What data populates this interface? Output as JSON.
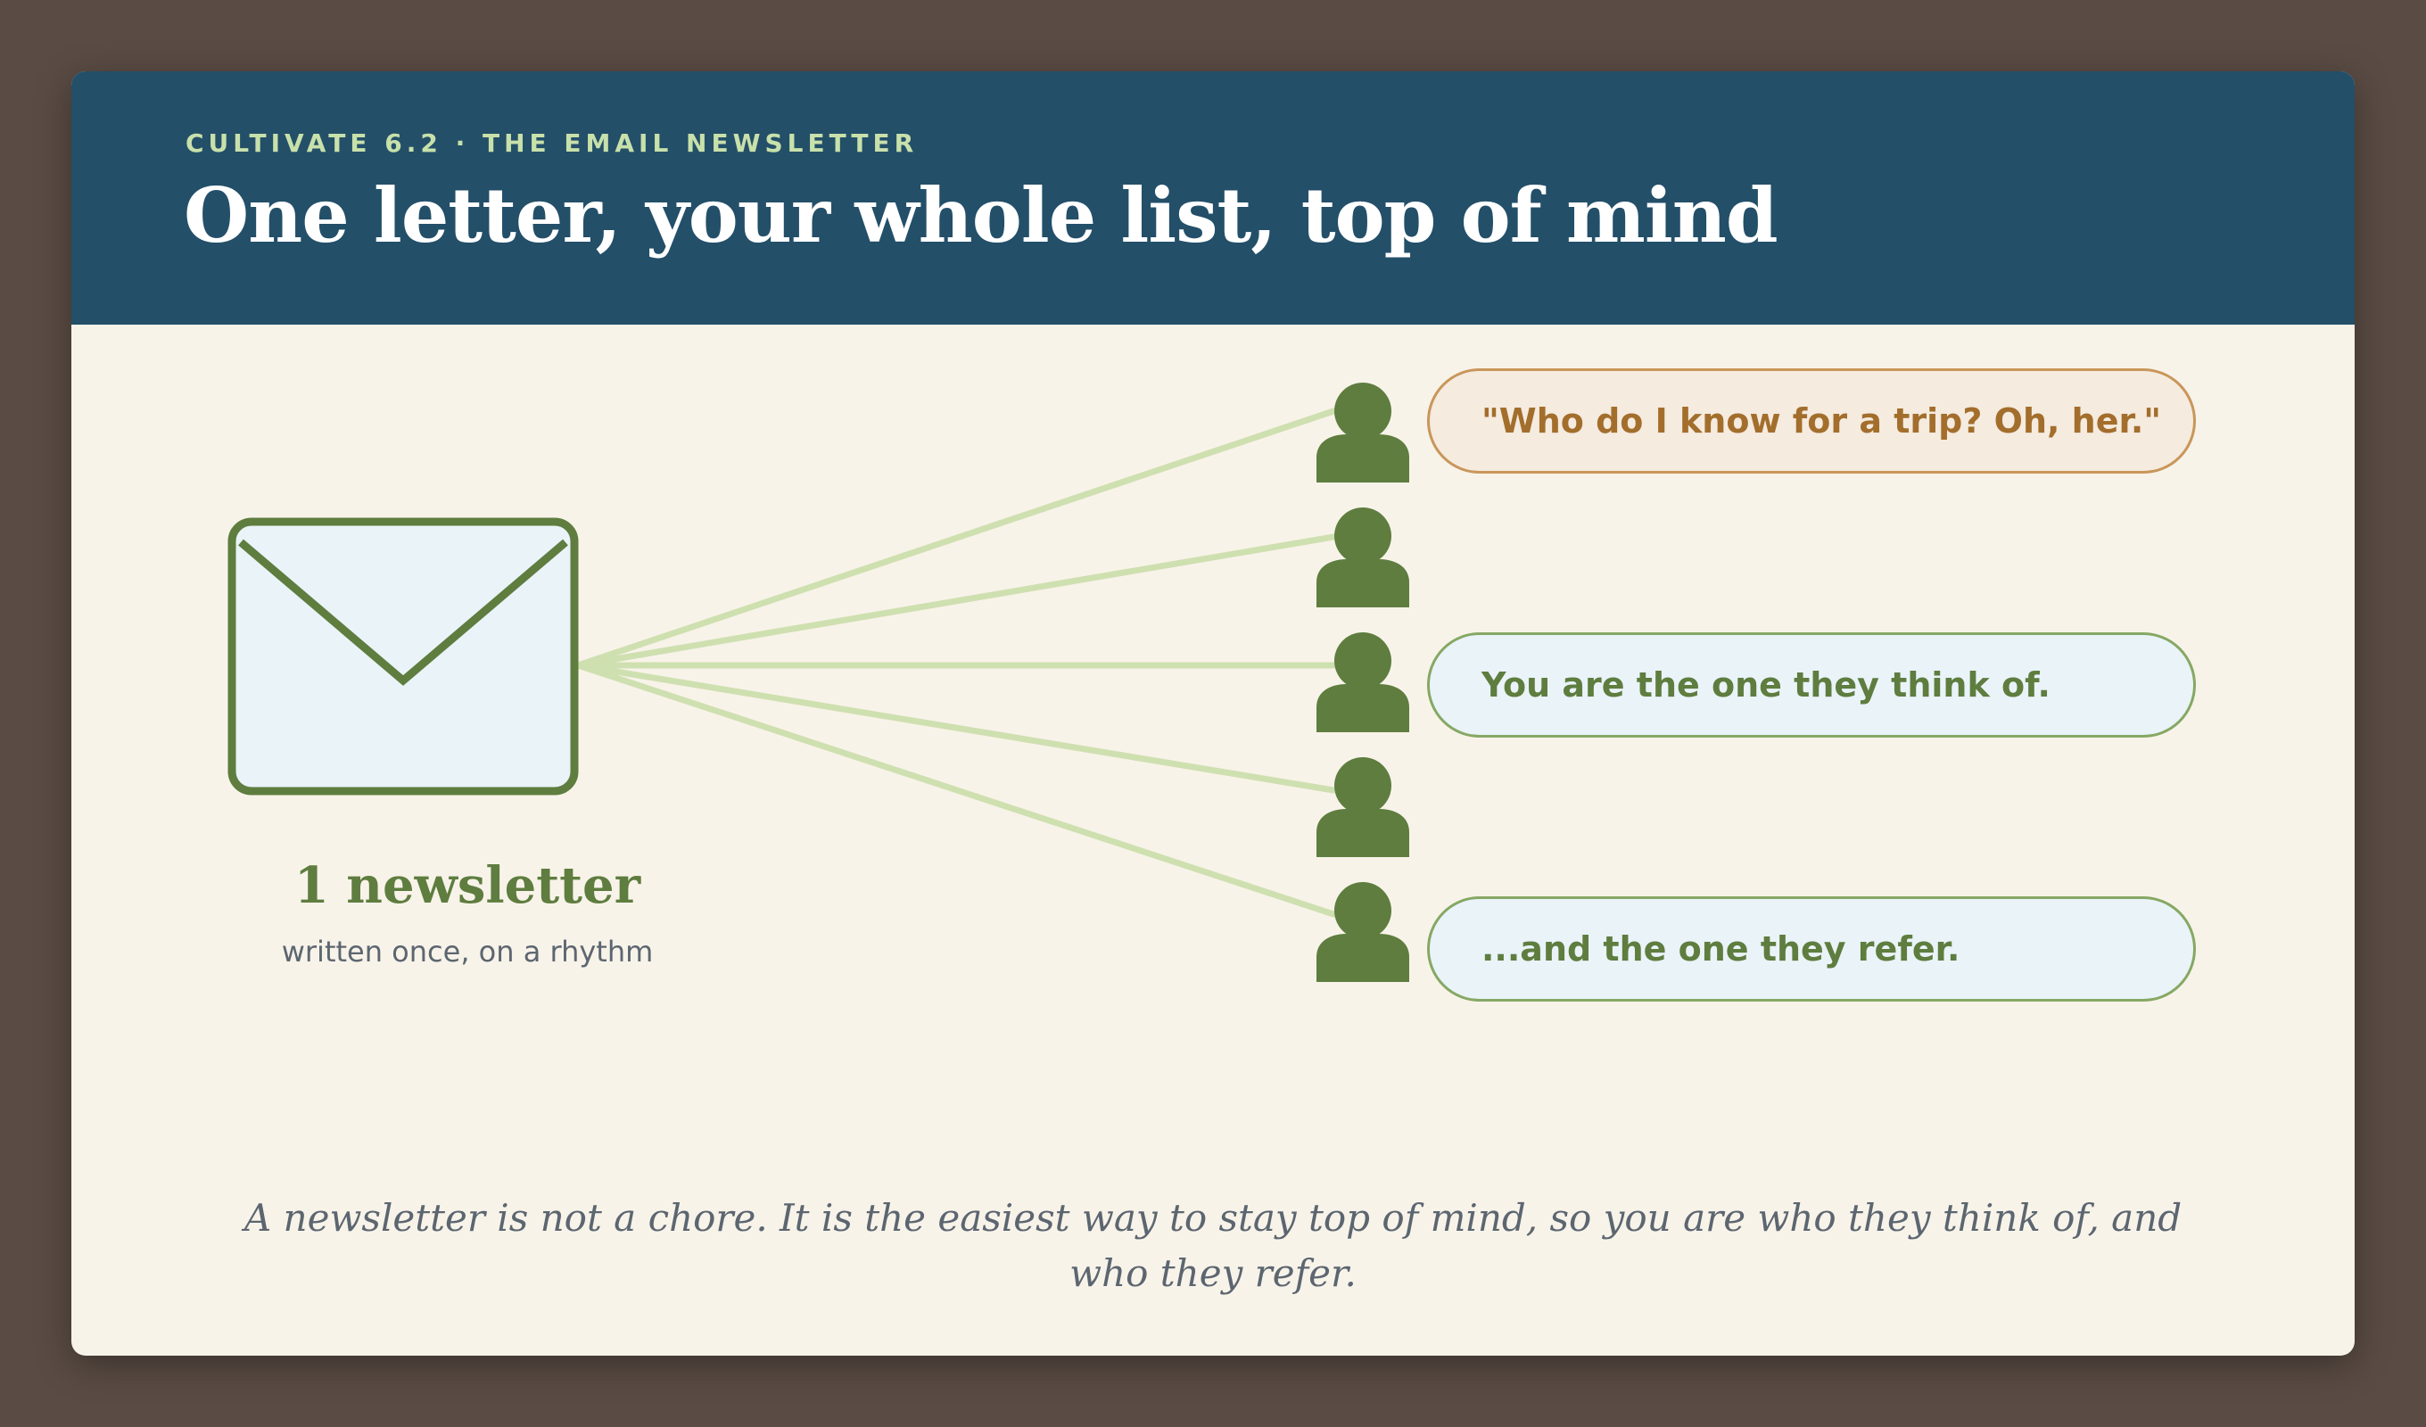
{
  "header": {
    "eyebrow": "CULTIVATE 6.2 · THE EMAIL NEWSLETTER",
    "title": "One letter, your whole list, top of mind"
  },
  "diagram": {
    "source": {
      "icon": "envelope-icon",
      "label": "1 newsletter",
      "sublabel": "written once, on a rhythm"
    },
    "recipients": {
      "icon": "person-icon",
      "count": 5
    },
    "bubbles": [
      "\"Who do I know for a trip? Oh, her.\"",
      "You are the one they think of.",
      "...and the one they refer."
    ]
  },
  "caption": "A newsletter is not a chore. It is the easiest way to stay top of mind, so you are who they think of, and who they refer.",
  "colors": {
    "background": "#5a4c44",
    "card": "#f8f3e9",
    "header": "#234f69",
    "eyebrow": "#c8e0aa",
    "green": "#5e7d3f",
    "connector": "#cfe0b0",
    "envelope_fill": "#e9f3f8",
    "accent_brown": "#a36e2c",
    "accent_border": "#c9965a",
    "muted_text": "#5c6670"
  }
}
